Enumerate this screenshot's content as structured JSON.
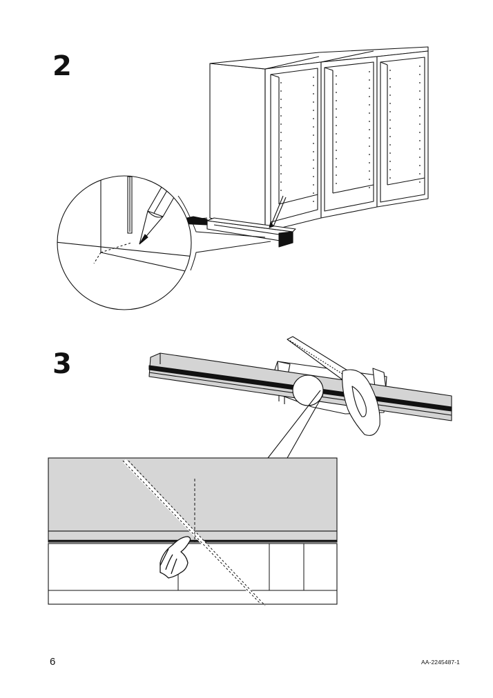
{
  "steps": [
    {
      "number": "2"
    },
    {
      "number": "3"
    }
  ],
  "footer": {
    "page_number": "6",
    "document_code": "AA-2245487-1"
  },
  "icons": {
    "step2_scene": "cabinet-row-with-plinth-and-pencil",
    "step2_detail": "magnified-pencil-marking",
    "step3_scene": "mitre-box-saw-cutting-plinth",
    "step3_detail": "cut-line-with-finger-icon"
  }
}
